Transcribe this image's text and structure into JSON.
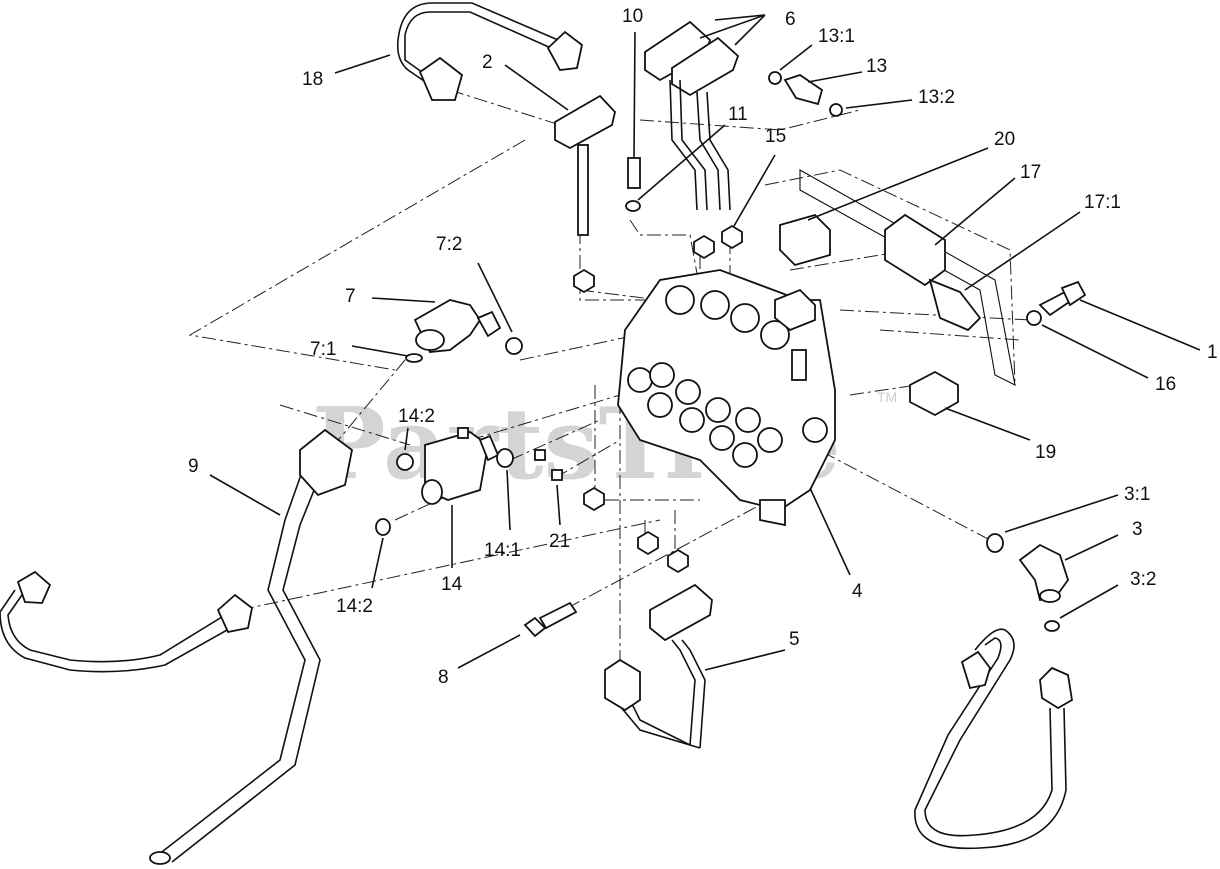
{
  "watermark": {
    "text": "PartsTree",
    "mark": "TM"
  },
  "callouts": {
    "c1": "1",
    "c2": "2",
    "c3": "3",
    "c3_1": "3:1",
    "c3_2": "3:2",
    "c4": "4",
    "c5": "5",
    "c6": "6",
    "c7": "7",
    "c7_1": "7:1",
    "c7_2": "7:2",
    "c8": "8",
    "c9": "9",
    "c10": "10",
    "c11": "11",
    "c13": "13",
    "c13_1": "13:1",
    "c13_2": "13:2",
    "c14": "14",
    "c14_1": "14:1",
    "c14_2a": "14:2",
    "c14_2b": "14:2",
    "c15": "15",
    "c16": "16",
    "c17": "17",
    "c17_1": "17:1",
    "c18": "18",
    "c19": "19",
    "c20": "20",
    "c21": "21"
  }
}
